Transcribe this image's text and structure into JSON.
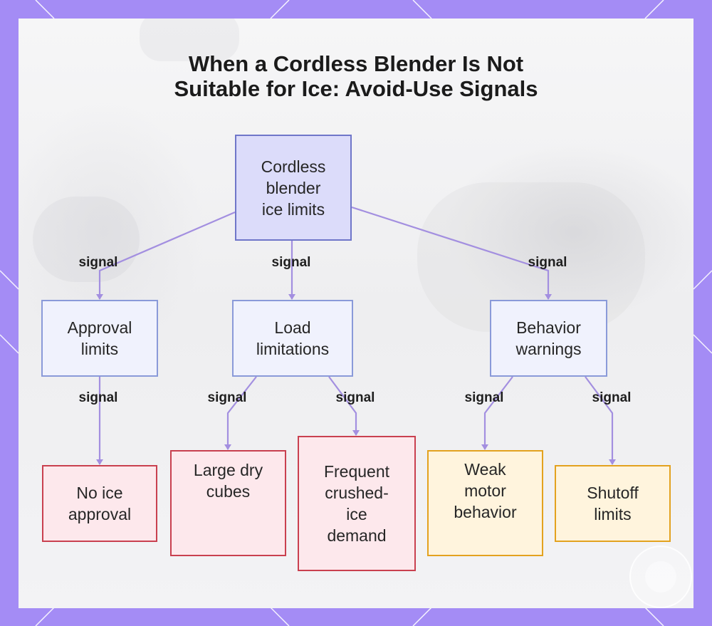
{
  "title": {
    "line1": "When a Cordless Blender Is Not",
    "line2": "Suitable for Ice: Avoid-Use Signals"
  },
  "nodes": {
    "root": {
      "lines": [
        "Cordless",
        "blender",
        "ice limits"
      ]
    },
    "approval": {
      "lines": [
        "Approval",
        "limits"
      ]
    },
    "load": {
      "lines": [
        "Load",
        "limitations"
      ]
    },
    "behavior": {
      "lines": [
        "Behavior",
        "warnings"
      ]
    },
    "no_ice": {
      "lines": [
        "No ice",
        "approval"
      ]
    },
    "large_dry": {
      "lines": [
        "Large dry",
        "cubes"
      ]
    },
    "frequent": {
      "lines": [
        "Frequent",
        "crushed-",
        "ice",
        "demand"
      ]
    },
    "weak_motor": {
      "lines": [
        "Weak",
        "motor",
        "behavior"
      ]
    },
    "shutoff": {
      "lines": [
        "Shutoff",
        "limits"
      ]
    }
  },
  "edge_label": "signal",
  "colors": {
    "frame": "#a48cf5",
    "edge": "#a38fe0",
    "root_fill": "#dcdcfa",
    "blue_fill": "#f0f2fd",
    "red_border": "#c9404f",
    "amber_border": "#e3a21f"
  },
  "icons": [
    "avatar-watermark-icon"
  ]
}
